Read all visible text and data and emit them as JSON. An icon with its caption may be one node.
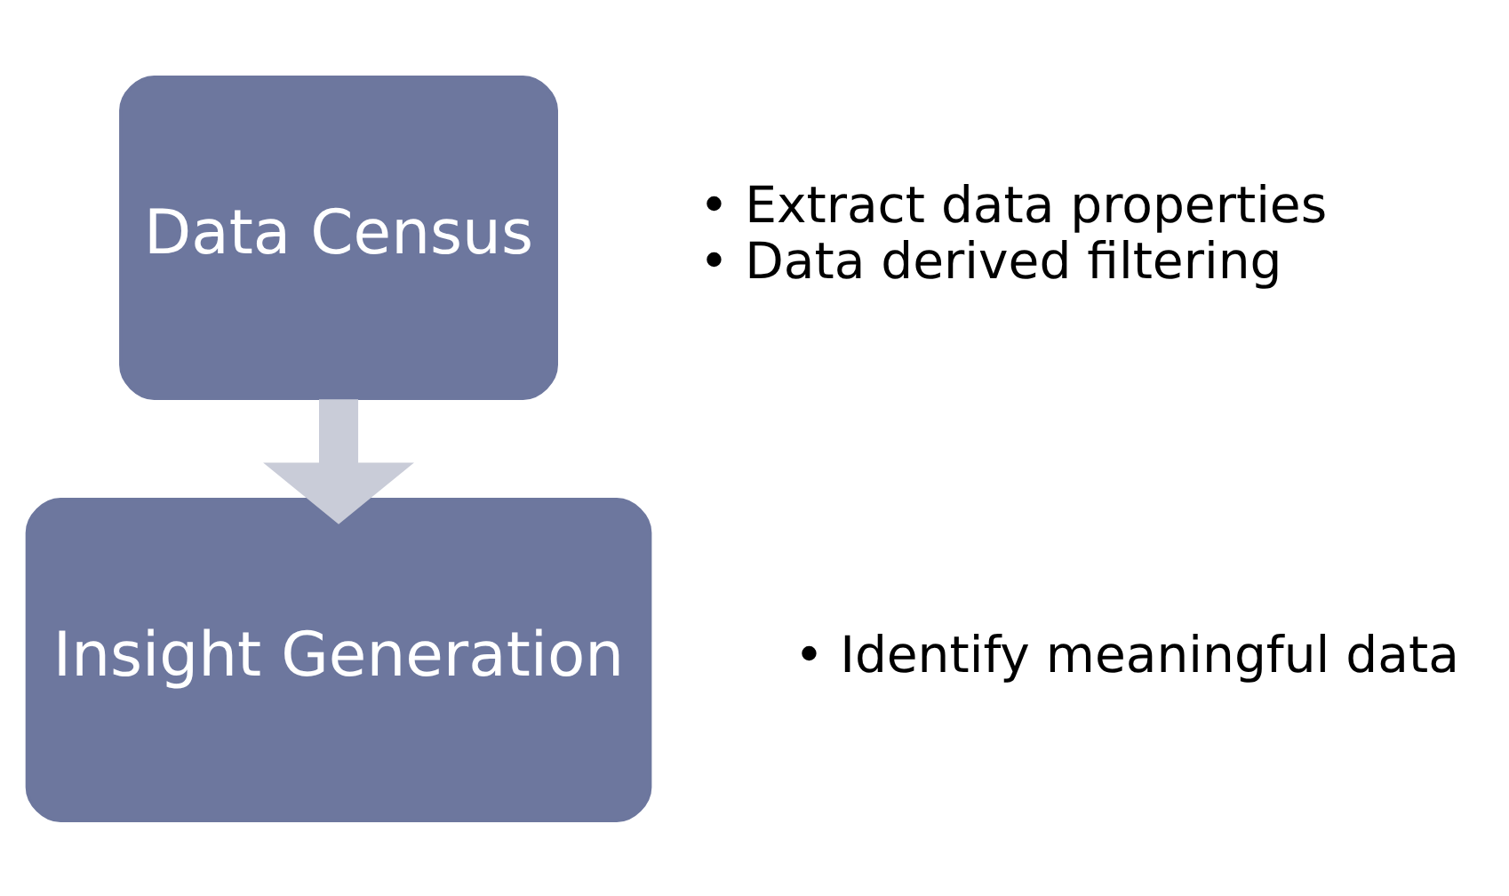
{
  "diagram": {
    "nodes": [
      {
        "text": [
          "Data Census"
        ],
        "beside": [
          "• Extract data properties",
          "• Data derived filtering"
        ]
      },
      {
        "text": [
          "Insight Generation"
        ],
        "beside": [
          "• Identify meaningful data"
        ]
      }
    ],
    "edges": [
      {
        "from": 0,
        "to": 1,
        "arrow": "to"
      }
    ]
  }
}
